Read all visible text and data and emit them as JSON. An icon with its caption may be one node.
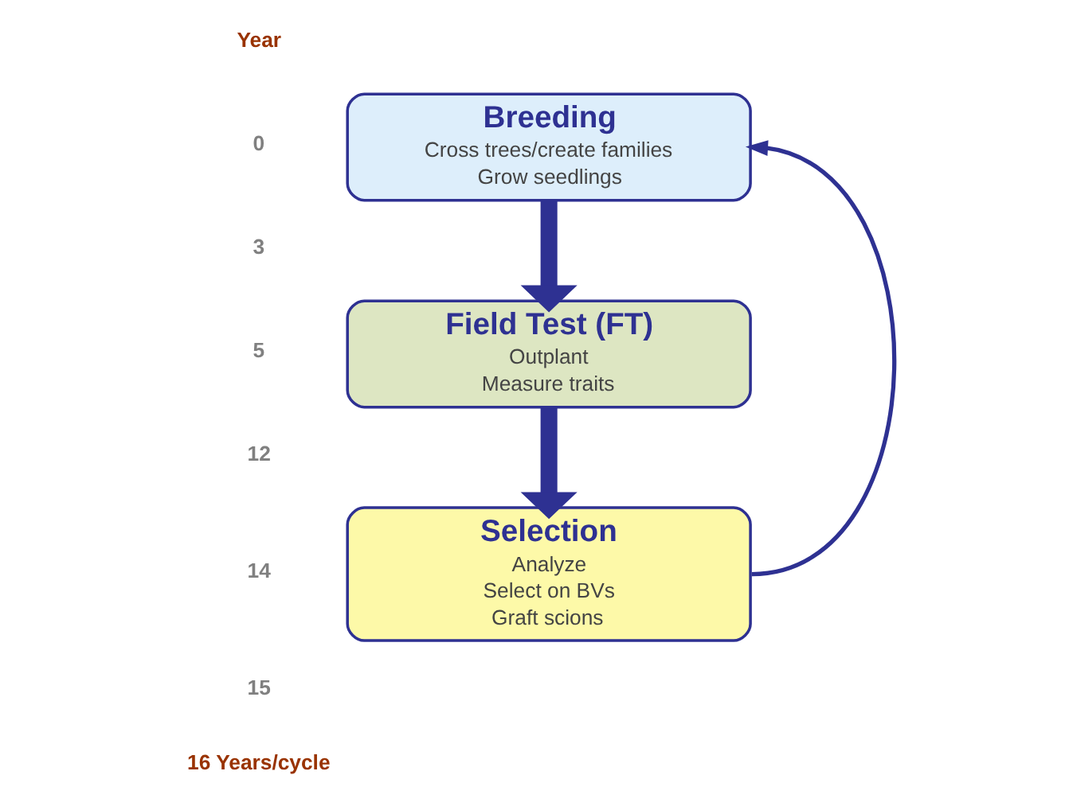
{
  "diagram": {
    "nodes": [
      {
        "text": [
          "Breeding",
          "Cross trees/create families",
          "Grow seedlings"
        ]
      },
      {
        "text": [
          "Field Test (FT)",
          "Outplant",
          "Measure traits"
        ]
      },
      {
        "text": [
          "Selection",
          "Analyze",
          "Select on BVs",
          "Graft scions"
        ]
      }
    ],
    "edges": [
      {
        "from": 0,
        "to": 1,
        "arrow": "to"
      },
      {
        "from": 1,
        "to": 2,
        "arrow": "to"
      },
      {
        "from": 2,
        "to": 0,
        "arrow": "to"
      }
    ],
    "labels": [
      "Year",
      "0",
      "3",
      "5",
      "12",
      "14",
      "15",
      "16 Years/cycle"
    ]
  }
}
